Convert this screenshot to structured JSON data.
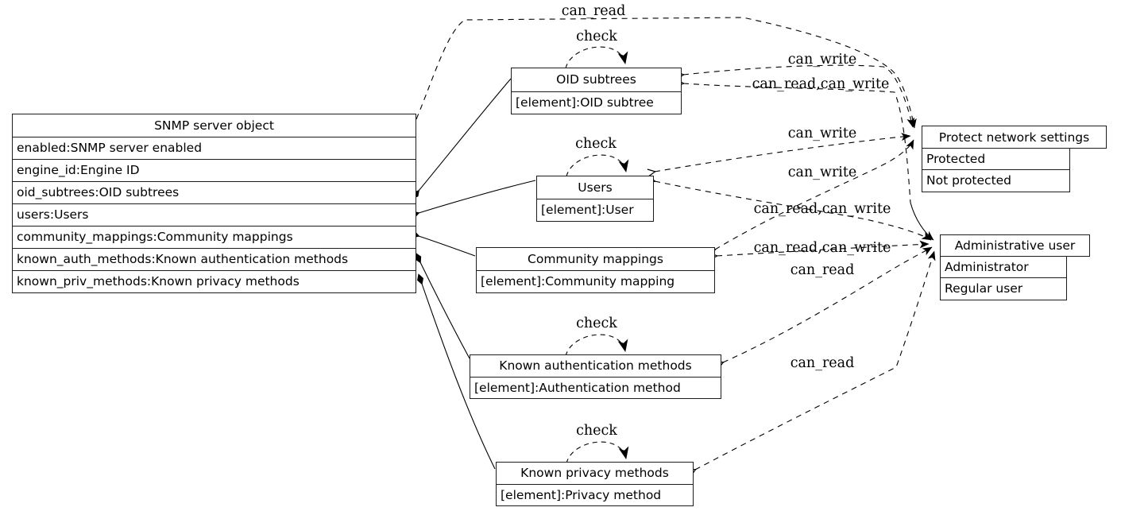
{
  "diagram": {
    "kind": "uml-object-permission-diagram",
    "background": "#ffffff",
    "line_color": "#000000"
  },
  "nodes": {
    "snmp_server": {
      "title": "SNMP server object",
      "rows": [
        "enabled:SNMP server enabled",
        "engine_id:Engine ID",
        "oid_subtrees:OID subtrees",
        "users:Users",
        "community_mappings:Community mappings",
        "known_auth_methods:Known authentication methods",
        "known_priv_methods:Known privacy methods"
      ]
    },
    "oid_subtrees": {
      "title": "OID subtrees",
      "rows": [
        "[element]:OID subtree"
      ]
    },
    "users": {
      "title": "Users",
      "rows": [
        "[element]:User"
      ]
    },
    "community_mappings": {
      "title": "Community mappings",
      "rows": [
        "[element]:Community mapping"
      ]
    },
    "known_auth_methods": {
      "title": "Known authentication methods",
      "rows": [
        "[element]:Authentication method"
      ]
    },
    "known_priv_methods": {
      "title": "Known privacy methods",
      "rows": [
        "[element]:Privacy method"
      ]
    },
    "protect_network_settings": {
      "title": "Protect network settings",
      "rows": [
        "Protected",
        "Not protected"
      ]
    },
    "administrative_user": {
      "title": "Administrative user",
      "rows": [
        "Administrator",
        "Regular user"
      ]
    }
  },
  "edges": [
    {
      "from": "SNMP server object",
      "to": "Protect network settings",
      "label": "can_read",
      "style": "dashed"
    },
    {
      "from": "OID subtrees",
      "to": "OID subtrees",
      "label": "check",
      "style": "dashed-selfloop"
    },
    {
      "from": "OID subtrees",
      "to": "Protect network settings",
      "label": "can_write",
      "style": "dashed"
    },
    {
      "from": "OID subtrees",
      "to": "Administrative user",
      "label": "can_read,can_write",
      "style": "dashed"
    },
    {
      "from": "Users",
      "to": "Users",
      "label": "check",
      "style": "dashed-selfloop"
    },
    {
      "from": "Users",
      "to": "Protect network settings",
      "label": "can_write",
      "style": "dashed"
    },
    {
      "from": "Community mappings",
      "to": "Protect network settings",
      "label": "can_write",
      "style": "dashed"
    },
    {
      "from": "Users",
      "to": "Administrative user",
      "label": "can_read,can_write",
      "style": "dashed"
    },
    {
      "from": "Community mappings",
      "to": "Administrative user",
      "label": "can_read,can_write",
      "style": "dashed"
    },
    {
      "from": "Known authentication methods",
      "to": "Administrative user",
      "label": "can_read",
      "style": "dashed"
    },
    {
      "from": "Known authentication methods",
      "to": "Known authentication methods",
      "label": "check",
      "style": "dashed-selfloop"
    },
    {
      "from": "Known privacy methods",
      "to": "Administrative user",
      "label": "can_read",
      "style": "dashed"
    },
    {
      "from": "Known privacy methods",
      "to": "Known privacy methods",
      "label": "check",
      "style": "dashed-selfloop"
    },
    {
      "from": "SNMP server object",
      "to": "OID subtrees",
      "label": "",
      "style": "solid-diamond"
    },
    {
      "from": "SNMP server object",
      "to": "Users",
      "label": "",
      "style": "solid-diamond"
    },
    {
      "from": "SNMP server object",
      "to": "Community mappings",
      "label": "",
      "style": "solid-diamond"
    },
    {
      "from": "SNMP server object",
      "to": "Known authentication methods",
      "label": "",
      "style": "solid-diamond"
    },
    {
      "from": "SNMP server object",
      "to": "Known privacy methods",
      "label": "",
      "style": "solid-diamond"
    }
  ]
}
